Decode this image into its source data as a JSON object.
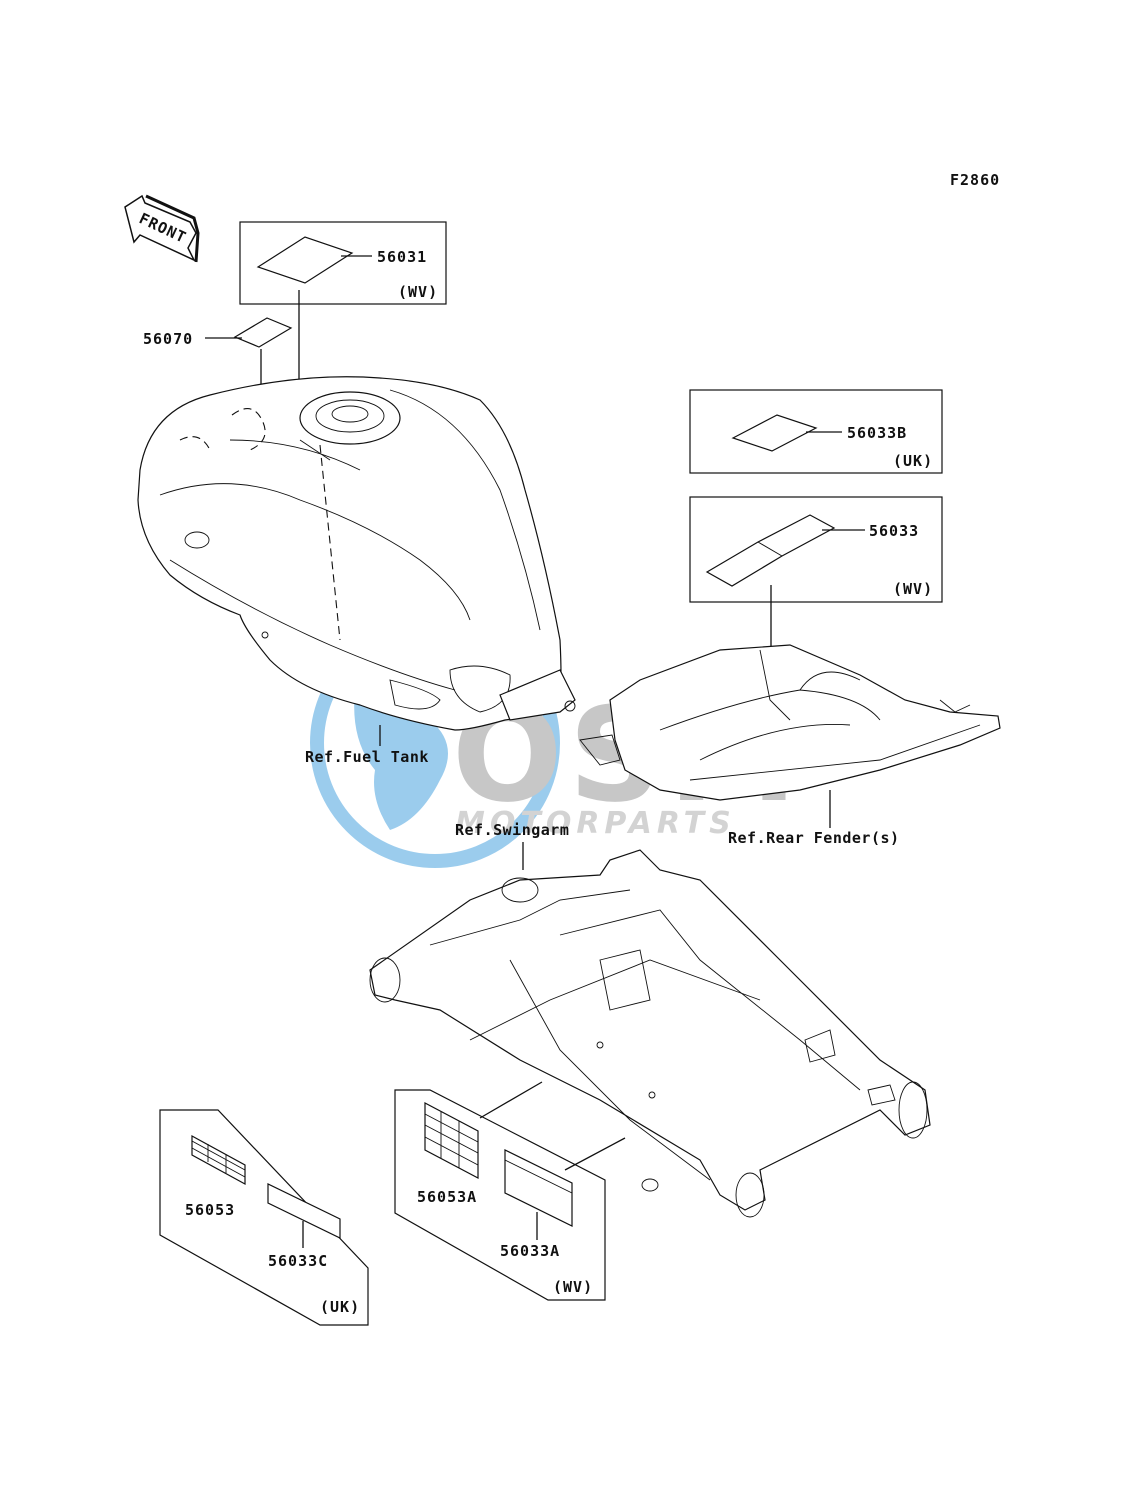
{
  "diagram_code": "F2860",
  "front_arrow_label": "FRONT",
  "watermark": {
    "brand": "OSM",
    "sub": "MOTORPARTS",
    "color": "#4aa3df",
    "gray": "#9a9a9a"
  },
  "parts": {
    "p56031": "56031",
    "p56031_region": "(WV)",
    "p56070": "56070",
    "p56033b": "56033B",
    "p56033b_region": "(UK)",
    "p56033": "56033",
    "p56033_region": "(WV)",
    "p56053": "56053",
    "p56033c": "56033C",
    "uk_group_region": "(UK)",
    "p56053a": "56053A",
    "p56033a": "56033A",
    "wv_group_region": "(WV)"
  },
  "references": {
    "fuel_tank": "Ref.Fuel Tank",
    "swingarm": "Ref.Swingarm",
    "rear_fender": "Ref.Rear Fender(s)"
  }
}
